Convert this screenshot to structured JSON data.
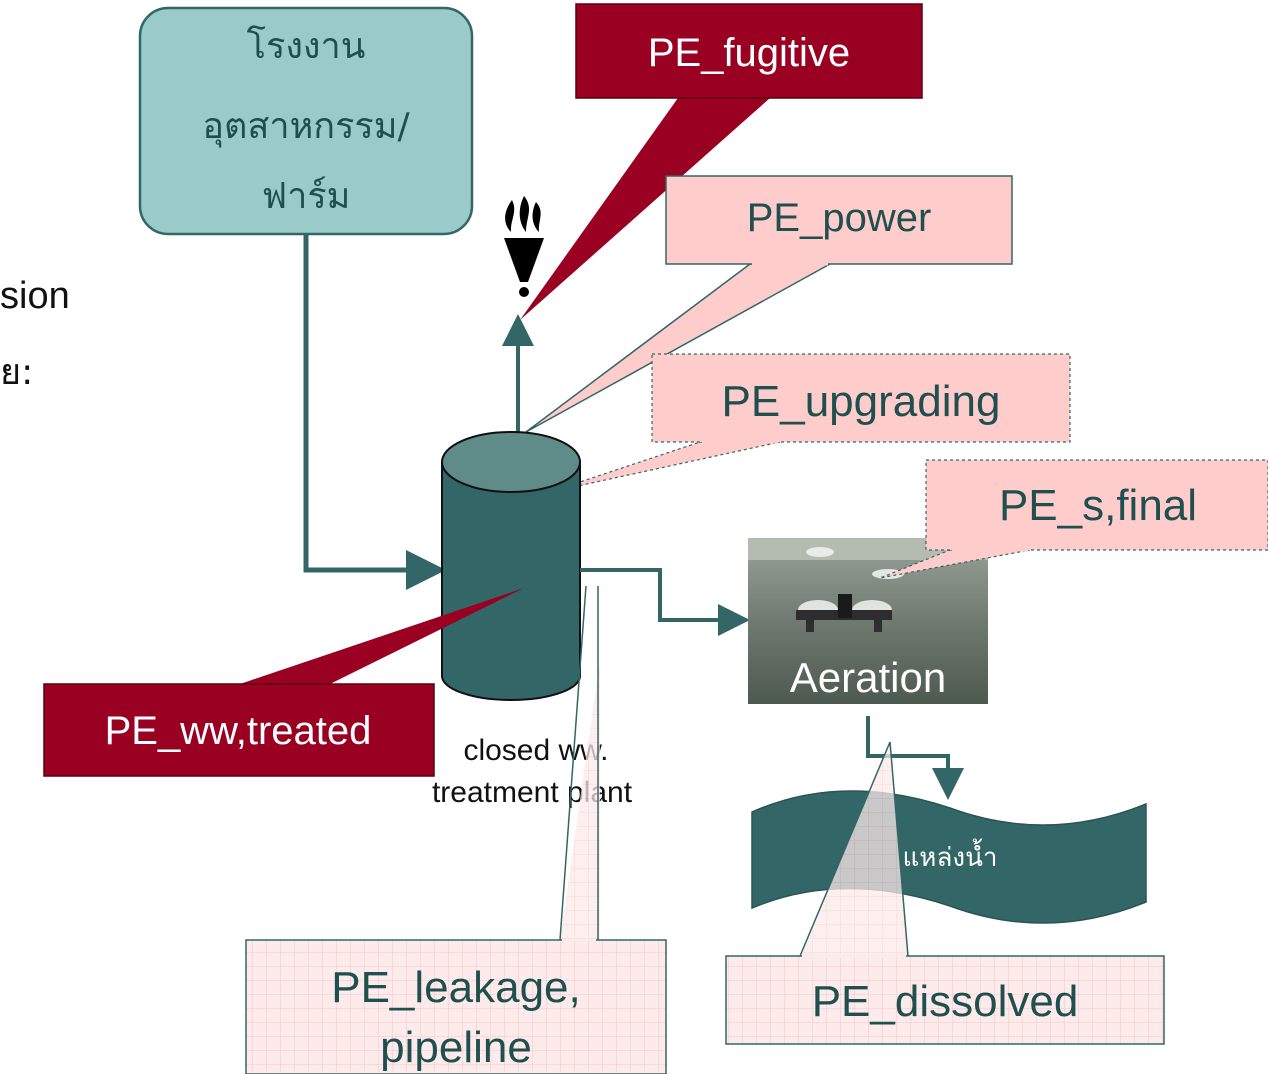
{
  "source_box": {
    "line1": "โรงงาน",
    "line2": "อุตสาหกรรม/",
    "line3": "ฟาร์ม"
  },
  "left_fragments": {
    "text1": "sion",
    "text2": "ย:"
  },
  "callouts": {
    "fugitive": "PE_fugitive",
    "power": "PE_power",
    "upgrading": "PE_upgrading",
    "s_final": "PE_s,final",
    "ww_treated": "PE_ww,treated",
    "leakage_line1": "PE_leakage,",
    "leakage_line2": "pipeline",
    "dissolved": "PE_dissolved"
  },
  "tank_label": {
    "line1": "closed ww.",
    "line2": "treatment plant"
  },
  "aeration_label": "Aeration",
  "water_body_label": "แหล่งน้ำ",
  "icons": {
    "flare": "torch-icon"
  },
  "colors": {
    "teal_box": "#9bcbc9",
    "dark_teal": "#336666",
    "dark_red": "#990022",
    "pink": "#ffcccc",
    "light_pink": "#ffeeee",
    "text_teal": "#1f4f4f"
  }
}
